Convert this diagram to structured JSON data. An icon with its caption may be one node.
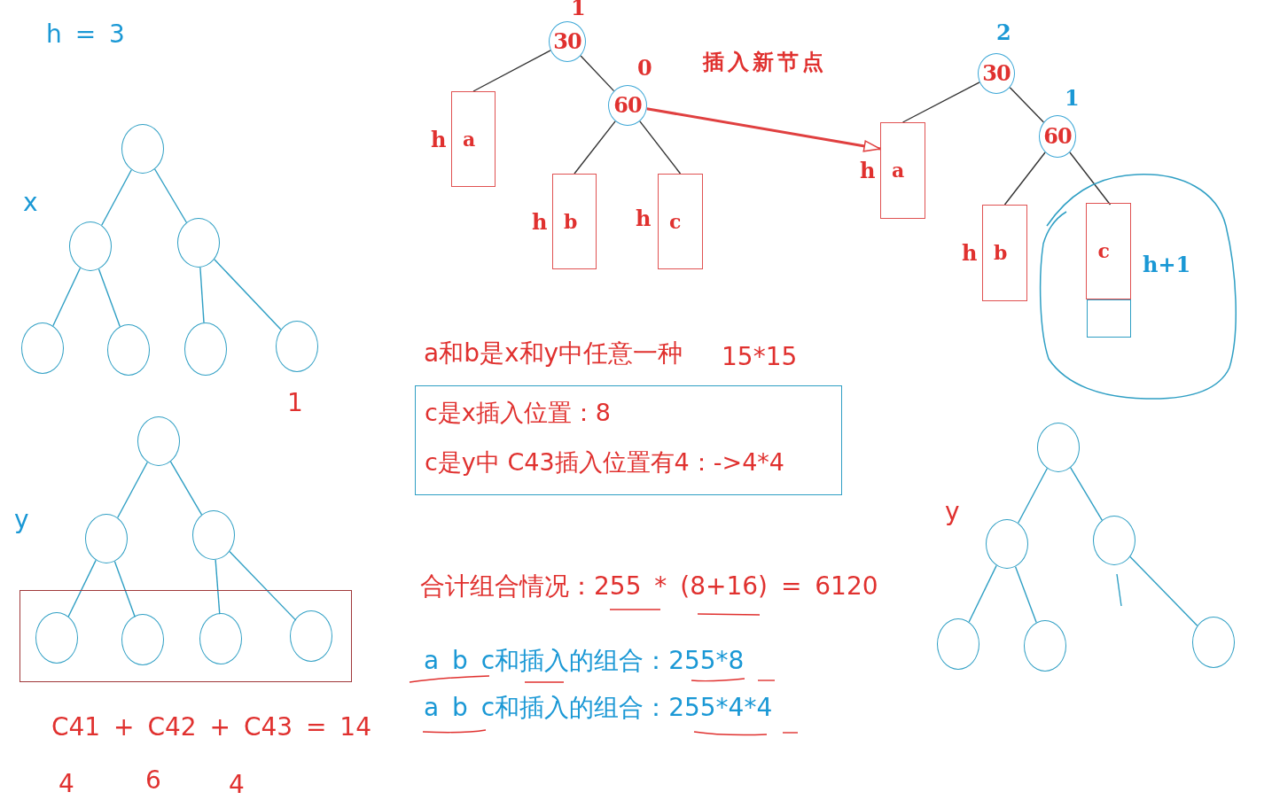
{
  "diagram": {
    "nodes": [
      {
        "text": [],
        "shape": "circle"
      },
      {
        "text": [],
        "shape": "circle"
      },
      {
        "text": [],
        "shape": "circle"
      },
      {
        "text": [],
        "shape": "circle"
      },
      {
        "text": [],
        "shape": "circle"
      },
      {
        "text": [],
        "shape": "circle"
      },
      {
        "text": [],
        "shape": "circle"
      },
      {
        "text": [],
        "shape": "circle"
      },
      {
        "text": [],
        "shape": "circle"
      },
      {
        "text": [],
        "shape": "circle"
      },
      {
        "text": [],
        "shape": "box"
      },
      {
        "text": [],
        "shape": "circle",
        "in": 10
      },
      {
        "text": [],
        "shape": "circle",
        "in": 10
      },
      {
        "text": [],
        "shape": "circle",
        "in": 10
      },
      {
        "text": [],
        "shape": "circle",
        "in": 10
      },
      {
        "text": [
          "30"
        ],
        "beside": [
          "1"
        ]
      },
      {
        "text": [
          "60"
        ],
        "beside": [
          "0"
        ]
      },
      {
        "text": [
          "a"
        ],
        "beside": [
          "h"
        ]
      },
      {
        "text": [
          "b"
        ],
        "beside": [
          "h"
        ]
      },
      {
        "text": [
          "c"
        ],
        "beside": [
          "h"
        ]
      },
      {
        "text": [
          "30"
        ],
        "beside": [
          "2"
        ]
      },
      {
        "text": [
          "60"
        ],
        "beside": [
          "1"
        ]
      },
      {
        "text": [
          "a"
        ],
        "beside": [
          "h"
        ]
      },
      {
        "text": [
          "b"
        ],
        "beside": [
          "h"
        ]
      },
      {
        "text": [
          "h+1"
        ]
      },
      {
        "text": [
          "c"
        ],
        "in": 24
      },
      {
        "text": [],
        "shape": "box",
        "in": 24
      },
      {
        "text": [],
        "shape": "circle"
      },
      {
        "text": [],
        "shape": "circle"
      },
      {
        "text": [],
        "shape": "circle"
      },
      {
        "text": [],
        "shape": "circle"
      },
      {
        "text": [],
        "shape": "circle"
      },
      {
        "text": [],
        "shape": "circle"
      },
      {
        "text": [
          "c是x插入位置：8",
          "c是y中 C43插入位置有4：->4*4"
        ]
      }
    ],
    "edges": [
      {
        "from": 0,
        "to": 1,
        "arrow": "none"
      },
      {
        "from": 0,
        "to": 2,
        "arrow": "none"
      },
      {
        "from": 1,
        "to": 3,
        "arrow": "none"
      },
      {
        "from": 1,
        "to": 4,
        "arrow": "none"
      },
      {
        "from": 2,
        "to": 5,
        "arrow": "none"
      },
      {
        "from": 2,
        "to": 6,
        "arrow": "none"
      },
      {
        "from": 7,
        "to": 8,
        "arrow": "none"
      },
      {
        "from": 7,
        "to": 9,
        "arrow": "none"
      },
      {
        "from": 8,
        "to": 11,
        "arrow": "none"
      },
      {
        "from": 8,
        "to": 12,
        "arrow": "none"
      },
      {
        "from": 9,
        "to": 13,
        "arrow": "none"
      },
      {
        "from": 9,
        "to": 14,
        "arrow": "none"
      },
      {
        "from": 15,
        "to": 17,
        "arrow": "none",
        "color": "#333333"
      },
      {
        "from": 15,
        "to": 16,
        "arrow": "none",
        "color": "#333333"
      },
      {
        "from": 16,
        "to": 18,
        "arrow": "none",
        "color": "#333333"
      },
      {
        "from": 16,
        "to": 19,
        "arrow": "none",
        "color": "#333333"
      },
      {
        "from": 16,
        "to": 22,
        "arrow": "to",
        "label": "插入新节点",
        "color": "#e04040"
      },
      {
        "from": 20,
        "to": 22,
        "arrow": "none",
        "color": "#333333"
      },
      {
        "from": 20,
        "to": 21,
        "arrow": "none",
        "color": "#333333"
      },
      {
        "from": 21,
        "to": 23,
        "arrow": "none",
        "color": "#333333"
      },
      {
        "from": 21,
        "to": 25,
        "arrow": "none",
        "color": "#333333"
      },
      {
        "from": 27,
        "to": 28,
        "arrow": "none"
      },
      {
        "from": 27,
        "to": 29,
        "arrow": "none"
      },
      {
        "from": 28,
        "to": 30,
        "arrow": "none"
      },
      {
        "from": 28,
        "to": 31,
        "arrow": "none"
      },
      {
        "from": 29,
        "to": 32,
        "arrow": "none"
      }
    ],
    "labels": [
      "h = 3",
      "x",
      "1",
      "y",
      "C41 + C42 + C43 = 14",
      "4",
      "6",
      "4",
      "a和b是x和y中任意一种",
      "15*15",
      "合计组合情况：255 * (8+16) = 6120",
      "a b c和插入的组合：255*8",
      "a b c和插入的组合：255*4*4",
      "y"
    ]
  }
}
